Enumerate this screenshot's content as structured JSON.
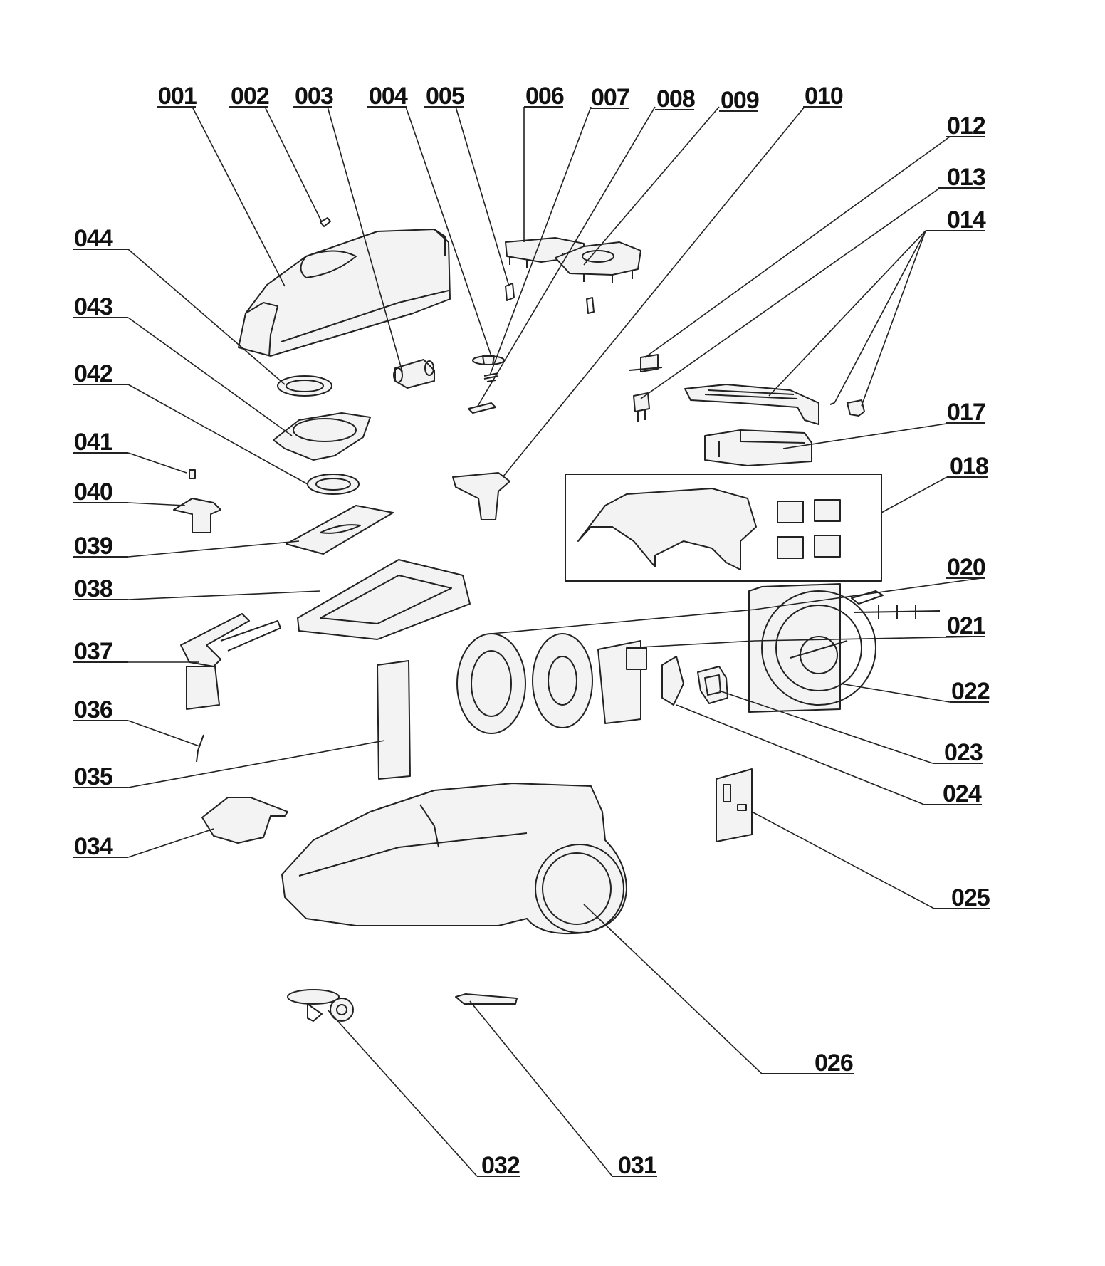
{
  "callouts": [
    {
      "id": "c001",
      "label": "001"
    },
    {
      "id": "c002",
      "label": "002"
    },
    {
      "id": "c003",
      "label": "003"
    },
    {
      "id": "c004",
      "label": "004"
    },
    {
      "id": "c005",
      "label": "005"
    },
    {
      "id": "c006",
      "label": "006"
    },
    {
      "id": "c007",
      "label": "007"
    },
    {
      "id": "c008",
      "label": "008"
    },
    {
      "id": "c009",
      "label": "009"
    },
    {
      "id": "c010",
      "label": "010"
    },
    {
      "id": "c012",
      "label": "012"
    },
    {
      "id": "c013",
      "label": "013"
    },
    {
      "id": "c014",
      "label": "014"
    },
    {
      "id": "c017",
      "label": "017"
    },
    {
      "id": "c018",
      "label": "018"
    },
    {
      "id": "c020",
      "label": "020"
    },
    {
      "id": "c021",
      "label": "021"
    },
    {
      "id": "c022",
      "label": "022"
    },
    {
      "id": "c023",
      "label": "023"
    },
    {
      "id": "c024",
      "label": "024"
    },
    {
      "id": "c025",
      "label": "025"
    },
    {
      "id": "c026",
      "label": "026"
    },
    {
      "id": "c031",
      "label": "031"
    },
    {
      "id": "c032",
      "label": "032"
    },
    {
      "id": "c034",
      "label": "034"
    },
    {
      "id": "c035",
      "label": "035"
    },
    {
      "id": "c036",
      "label": "036"
    },
    {
      "id": "c037",
      "label": "037"
    },
    {
      "id": "c038",
      "label": "038"
    },
    {
      "id": "c039",
      "label": "039"
    },
    {
      "id": "c040",
      "label": "040"
    },
    {
      "id": "c041",
      "label": "041"
    },
    {
      "id": "c042",
      "label": "042"
    },
    {
      "id": "c043",
      "label": "043"
    },
    {
      "id": "c044",
      "label": "044"
    }
  ]
}
